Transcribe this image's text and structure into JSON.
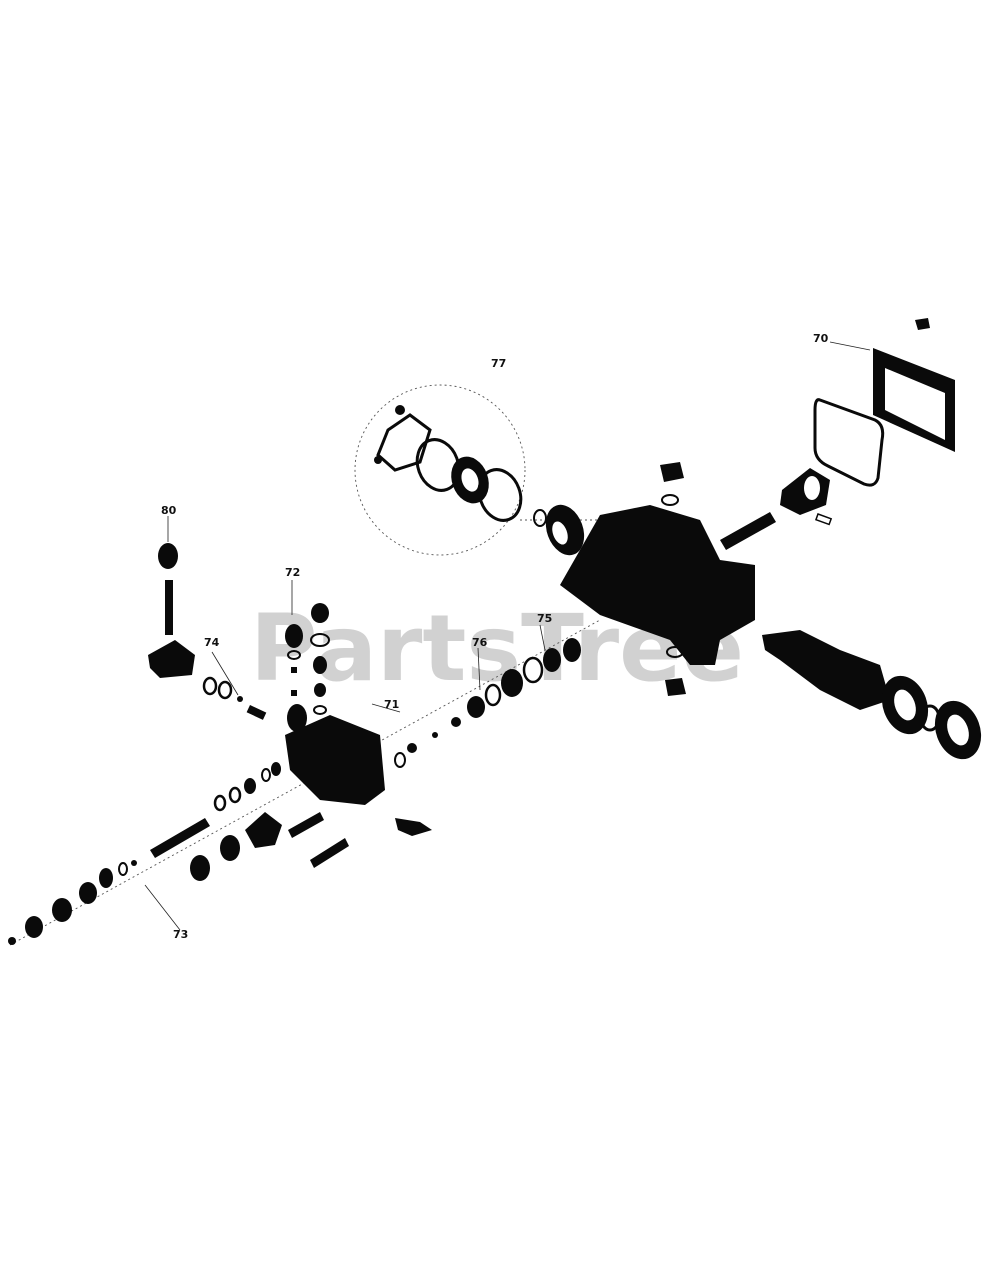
{
  "watermark": {
    "text": "PartsTree",
    "tm": "™"
  },
  "callouts": {
    "c70": "70",
    "c71": "71",
    "c72": "72",
    "c73": "73",
    "c74": "74",
    "c75": "75",
    "c76": "76",
    "c77": "77",
    "c80": "80"
  },
  "colors": {
    "ink": "#0a0a0a",
    "watermark": "#c9c9c9",
    "background": "#ffffff"
  }
}
